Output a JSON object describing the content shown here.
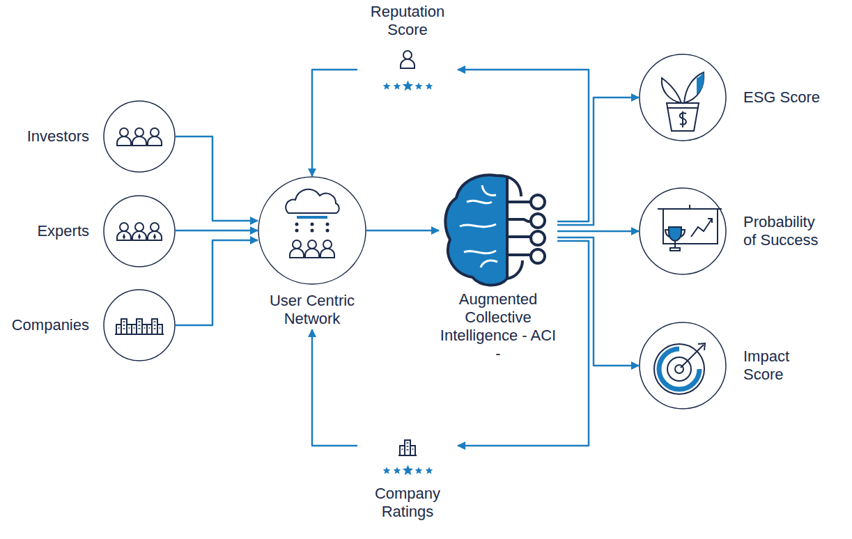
{
  "diagram": {
    "nodes": [
      {
        "text": [
          "Reputation Score"
        ]
      },
      {
        "text": [
          "Investors"
        ]
      },
      {
        "text": [
          "Experts"
        ]
      },
      {
        "text": [
          "Companies"
        ]
      },
      {
        "text": [
          "User Centric Network"
        ]
      },
      {
        "text": [
          "Augmented Collective Intelligence - ACI -"
        ]
      },
      {
        "text": [
          "ESG Score"
        ]
      },
      {
        "text": [
          "Probability of Success"
        ]
      },
      {
        "text": [
          "Impact Score"
        ]
      },
      {
        "text": [
          "Company Ratings"
        ]
      }
    ],
    "edges": [
      {
        "from": 1,
        "to": 4,
        "arrow": "to"
      },
      {
        "from": 2,
        "to": 4,
        "arrow": "to"
      },
      {
        "from": 3,
        "to": 4,
        "arrow": "to"
      },
      {
        "from": 4,
        "to": 5,
        "arrow": "to"
      },
      {
        "from": 5,
        "to": 6,
        "arrow": "to"
      },
      {
        "from": 5,
        "to": 7,
        "arrow": "to"
      },
      {
        "from": 5,
        "to": 8,
        "arrow": "to"
      },
      {
        "from": 5,
        "to": 0,
        "arrow": "to"
      },
      {
        "from": 0,
        "to": 4,
        "arrow": "to"
      },
      {
        "from": 5,
        "to": 9,
        "arrow": "to"
      },
      {
        "from": 9,
        "to": 4,
        "arrow": "to"
      }
    ]
  }
}
